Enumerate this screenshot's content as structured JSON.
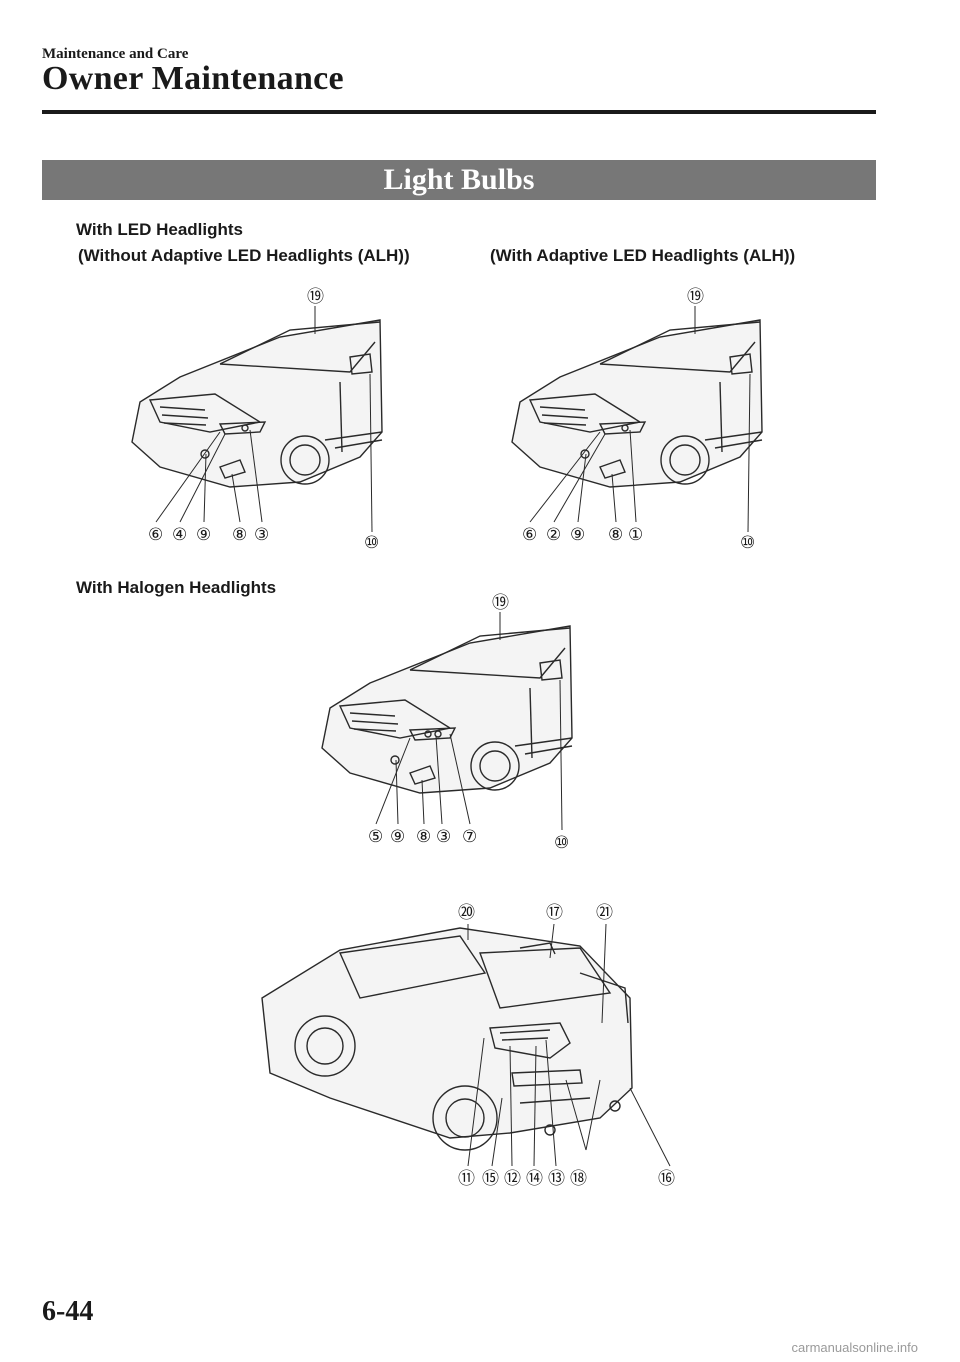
{
  "header": {
    "section": "Maintenance and Care",
    "title": "Owner Maintenance"
  },
  "banner": {
    "title": "Light Bulbs"
  },
  "sections": {
    "led": {
      "heading": "With LED Headlights",
      "left_caption": "(Without Adaptive LED Headlights (ALH))",
      "right_caption": "(With Adaptive LED Headlights (ALH))",
      "left_callouts": [
        "⑲",
        "⑥",
        "④",
        "⑨",
        "⑧",
        "③",
        "⑩"
      ],
      "right_callouts": [
        "⑲",
        "⑥",
        "②",
        "⑨",
        "⑧",
        "①",
        "⑩"
      ]
    },
    "halogen": {
      "heading": "With Halogen Headlights",
      "callouts": [
        "⑲",
        "⑤",
        "⑨",
        "⑧",
        "③",
        "⑦",
        "⑩"
      ]
    },
    "rear": {
      "callouts": [
        "⑳",
        "⑰",
        "㉑",
        "⑪",
        "⑮",
        "⑫",
        "⑭",
        "⑬",
        "⑱",
        "⑯"
      ]
    }
  },
  "footer": {
    "page_number": "6-44",
    "watermark": "carmanualsonline.info"
  }
}
